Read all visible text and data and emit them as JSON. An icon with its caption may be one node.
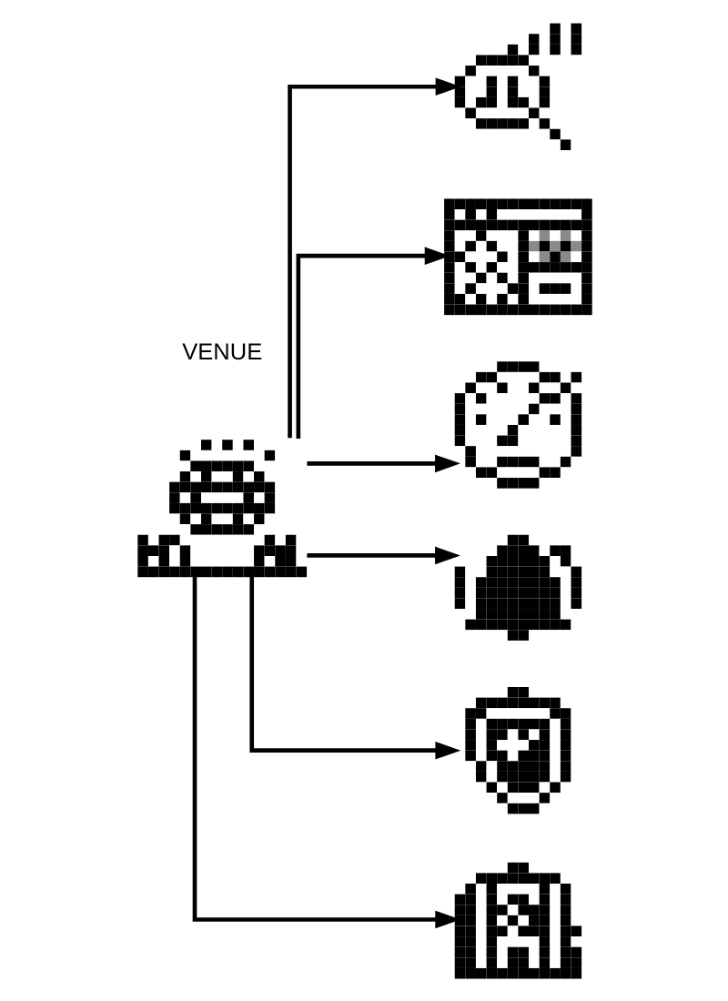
{
  "diagram": {
    "nodes": [
      {
        "text": [],
        "shape": "picture"
      },
      {
        "text": [],
        "shape": "picture"
      },
      {
        "text": [],
        "shape": "picture"
      },
      {
        "text": [],
        "shape": "picture"
      },
      {
        "text": [],
        "shape": "picture"
      },
      {
        "text": [],
        "shape": "picture"
      },
      {
        "text": [],
        "shape": "picture"
      }
    ],
    "edges": [
      {
        "from": 0,
        "to": 1,
        "arrow": "to"
      },
      {
        "from": 0,
        "to": 2,
        "arrow": "to"
      },
      {
        "from": 0,
        "to": 3,
        "arrow": "to"
      },
      {
        "from": 0,
        "to": 4,
        "arrow": "to"
      },
      {
        "from": 0,
        "to": 5,
        "arrow": "to"
      },
      {
        "from": 0,
        "to": 6,
        "arrow": "to"
      }
    ],
    "labels": [
      "VENUE"
    ]
  }
}
